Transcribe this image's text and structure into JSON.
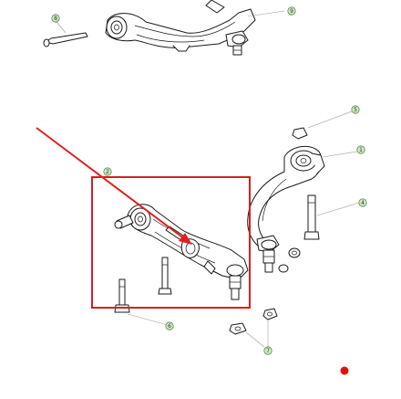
{
  "callouts": [
    {
      "id": "c-top-8",
      "label": "8"
    },
    {
      "id": "c-top-9",
      "label": "9"
    },
    {
      "id": "c-5",
      "label": "5"
    },
    {
      "id": "c-1",
      "label": "1"
    },
    {
      "id": "c-4",
      "label": "4"
    },
    {
      "id": "c-2",
      "label": "2"
    },
    {
      "id": "c-6",
      "label": "6"
    },
    {
      "id": "c-7",
      "label": "7"
    }
  ],
  "colors": {
    "highlight_box": "#d42020",
    "pointer_arrow": "#e02020",
    "marker_dot": "#e01010",
    "callout_fill": "#cfe8c4"
  }
}
